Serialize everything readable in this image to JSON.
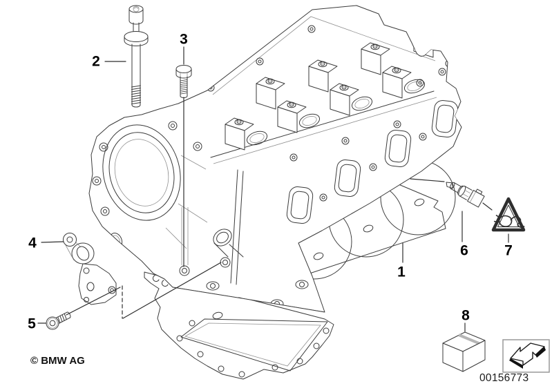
{
  "diagram": {
    "type": "parts-exploded-view",
    "callouts": [
      {
        "label": "1"
      },
      {
        "label": "2"
      },
      {
        "label": "3"
      },
      {
        "label": "4"
      },
      {
        "label": "5"
      },
      {
        "label": "6"
      },
      {
        "label": "7"
      },
      {
        "label": "8"
      }
    ],
    "footer": {
      "copyright": "© BMW AG",
      "image_number": "00156773"
    },
    "icons": [
      {
        "name": "electrical-connector-warning-triangle-icon"
      },
      {
        "name": "gasket-set-box-icon"
      },
      {
        "name": "see-information-arrow-icon"
      }
    ],
    "colors": {
      "background": "#ffffff",
      "line": "#3a3a3a",
      "label": "#000000",
      "icon_border": "#999999",
      "arrow_fill": "#111111"
    }
  }
}
